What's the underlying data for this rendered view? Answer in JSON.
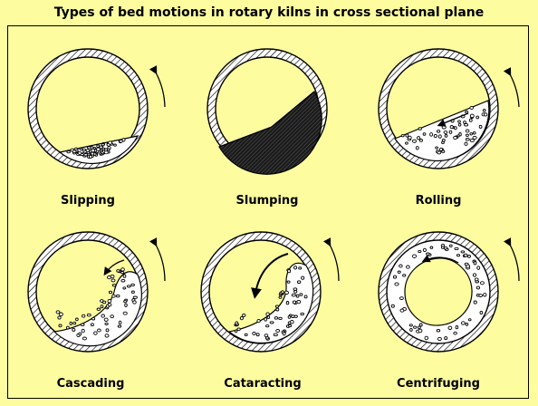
{
  "title": "Types of bed motions in rotary kilns in cross sectional plane",
  "colors": {
    "background": "#fdfda0",
    "ink": "#000000",
    "particle_fill": "#ffffff"
  },
  "motions": [
    {
      "id": "slipping",
      "label": "Slipping"
    },
    {
      "id": "slumping",
      "label": "Slumping"
    },
    {
      "id": "rolling",
      "label": "Rolling"
    },
    {
      "id": "cascading",
      "label": "Cascading"
    },
    {
      "id": "cataracting",
      "label": "Cataracting"
    },
    {
      "id": "centrifuging",
      "label": "Centrifuging"
    }
  ]
}
